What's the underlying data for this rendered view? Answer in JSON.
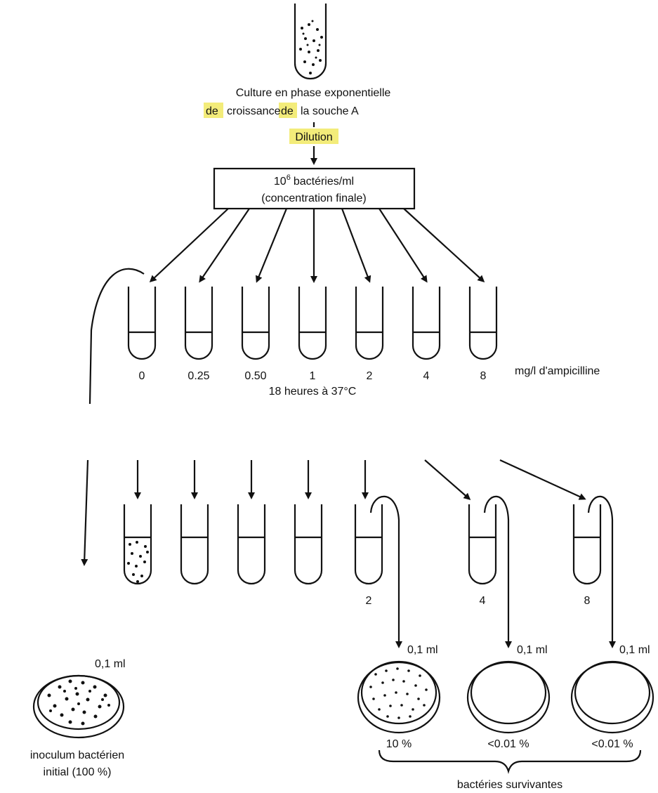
{
  "top": {
    "culture_line1": "Culture en phase exponentielle",
    "culture_line2_a": "de",
    "culture_line2_b": "croissance",
    "culture_line2_c": "de",
    "culture_line2_d": "la souche A",
    "dilution": "Dilution"
  },
  "box": {
    "line1_base": "10",
    "line1_exp": "6",
    "line1_rest": "bactéries/ml",
    "line2": "(concentration finale)"
  },
  "tubes_row1": {
    "concentrations": [
      "0",
      "0.25",
      "0.50",
      "1",
      "2",
      "4",
      "8"
    ],
    "unit_label": "mg/l d'ampicilline",
    "incubation": "18 heures à 37°C"
  },
  "tubes_row2": {
    "labels": [
      "2",
      "4",
      "8"
    ]
  },
  "plates": {
    "volume_labels": [
      "0,1 ml",
      "0,1 ml",
      "0,1 ml",
      "0,1 ml"
    ],
    "initial_caption_1": "inoculum bactérien",
    "initial_caption_2": "initial (100 %)",
    "percents": [
      "10 %",
      "<0.01 %",
      "<0.01 %"
    ],
    "survivors_caption": "bactéries survivantes"
  },
  "colors": {
    "highlight": "#f3ec7a",
    "ink": "#111111"
  }
}
